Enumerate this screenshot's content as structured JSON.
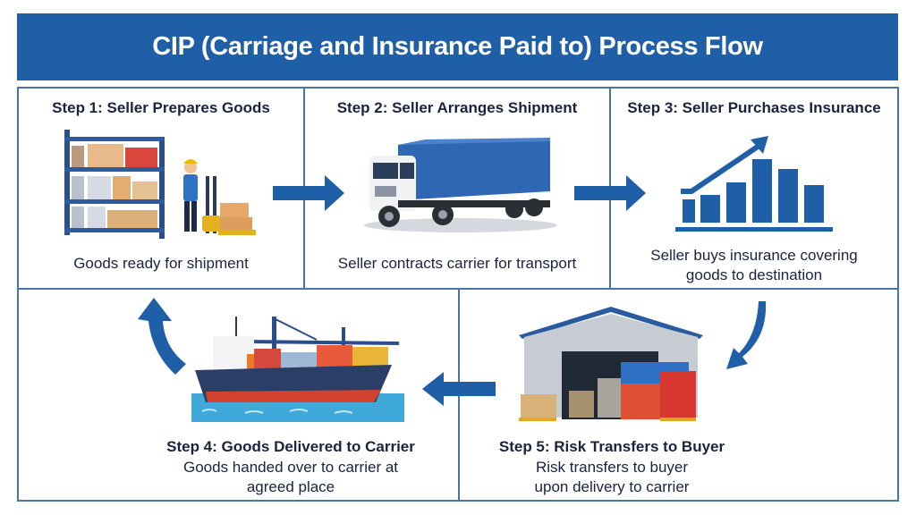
{
  "title": "CIP (Carriage and Insurance Paid to) Process Flow",
  "colors": {
    "banner": "#1f5fa8",
    "accent": "#1f5fa8",
    "border": "#4a74a8",
    "text": "#1a2340"
  },
  "steps": [
    {
      "title": "Step 1: Seller Prepares Goods",
      "description": "Goods ready for shipment",
      "icon": "warehouse-shelves-icon"
    },
    {
      "title": "Step 2: Seller Arranges Shipment",
      "description": "Seller contracts carrier for transport",
      "icon": "truck-icon"
    },
    {
      "title": "Step 3: Seller Purchases Insurance",
      "description_lines": [
        "Seller buys insurance covering",
        "goods to destination"
      ],
      "icon": "bar-chart-arrow-icon"
    },
    {
      "title": "Step 4: Goods Delivered to Carrier",
      "description_lines": [
        "Goods handed over to carrier at",
        "agreed place"
      ],
      "icon": "cargo-ship-icon"
    },
    {
      "title": "Step 5: Risk Transfers to Buyer",
      "description_lines": [
        "Risk transfers to buyer",
        "upon delivery to carrier"
      ],
      "icon": "warehouse-containers-icon"
    }
  ],
  "flow": [
    "Step 1",
    "Step 2",
    "Step 3",
    "Step 5",
    "Step 4",
    "Step 1"
  ]
}
